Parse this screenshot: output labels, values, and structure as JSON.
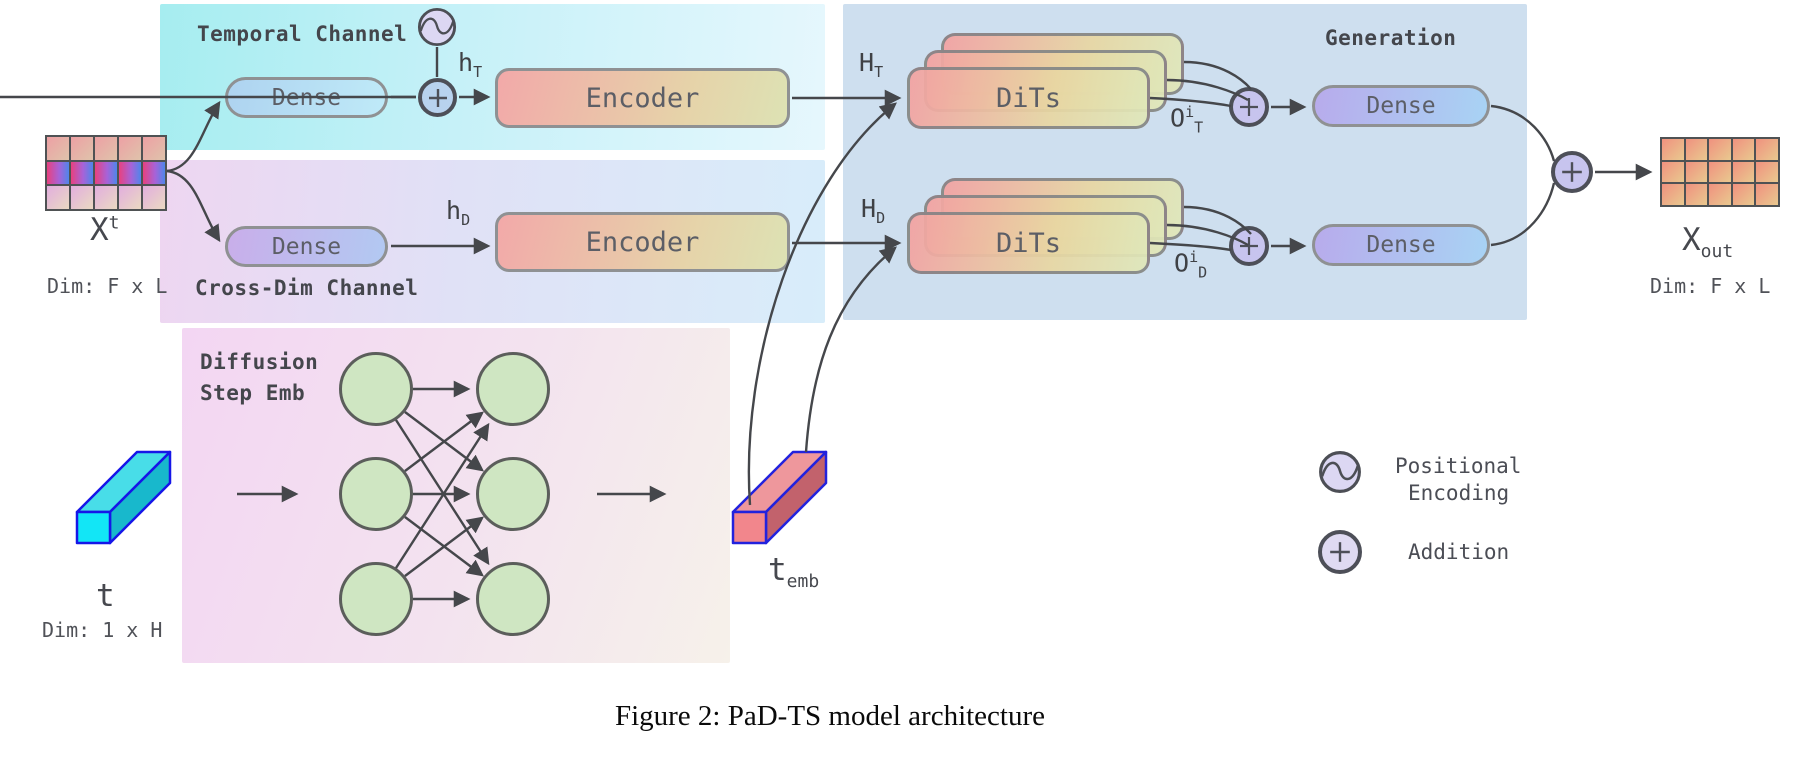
{
  "panels": {
    "temporal": {
      "title": "Temporal Channel"
    },
    "crossdim": {
      "title": "Cross-Dim Channel"
    },
    "diffusion": {
      "title_line1": "Diffusion",
      "title_line2": "Step Emb"
    },
    "generation": {
      "title": "Generation"
    }
  },
  "nodes": {
    "dense_temporal": "Dense",
    "dense_crossdim": "Dense",
    "encoder_temporal": "Encoder",
    "encoder_crossdim": "Encoder",
    "dits_temporal": "DiTs",
    "dits_crossdim": "DiTs",
    "dense_gen_top": "Dense",
    "dense_gen_bottom": "Dense"
  },
  "labels": {
    "x_in": {
      "base": "X",
      "sup": "t"
    },
    "x_in_dim": "Dim: F x L",
    "h_T": {
      "base": "h",
      "sub": "T"
    },
    "h_D": {
      "base": "h",
      "sub": "D"
    },
    "H_T": {
      "base": "H",
      "sub": "T"
    },
    "H_D": {
      "base": "H",
      "sub": "D"
    },
    "O_T": {
      "base": "O",
      "sup": "i",
      "sub": "T"
    },
    "O_D": {
      "base": "O",
      "sup": "i",
      "sub": "D"
    },
    "t_in": {
      "base": "t"
    },
    "t_in_dim": "Dim: 1 x H",
    "t_emb": {
      "base": "t",
      "sub": "emb"
    },
    "x_out": {
      "base": "X",
      "sub": "out"
    },
    "x_out_dim": "Dim: F x L"
  },
  "legend": {
    "positional_encoding": {
      "line1": "Positional",
      "line2": "Encoding"
    },
    "addition": "Addition"
  },
  "caption": "Figure 2: PaD-TS model architecture",
  "grids": {
    "input": {
      "rows": 3,
      "cols": 5
    },
    "output": {
      "rows": 3,
      "cols": 5
    }
  },
  "network": {
    "left_nodes": 3,
    "right_nodes": 3
  },
  "colors": {
    "temporal_panel": "#a6edf0",
    "crossdim_panel": "#eed6f1",
    "diffusion_panel": "#f3d6f3",
    "generation_panel": "#cedfef",
    "t_bar": "#12e6f6",
    "t_emb_bar": "#f2868c",
    "nn_node": "#cfe6c2",
    "addition_fill": "#c7c4ee"
  }
}
